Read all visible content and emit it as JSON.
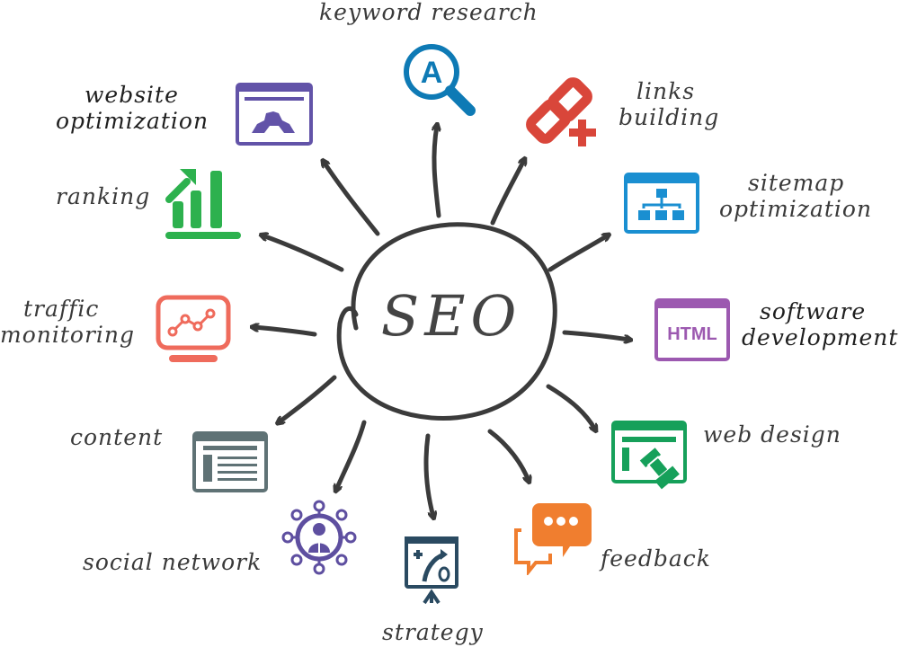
{
  "center": {
    "label": "SEO"
  },
  "nodes": [
    {
      "id": "keyword-research",
      "label": "keyword research",
      "color": "#0e7ab5",
      "icon": "magnifier-a-icon"
    },
    {
      "id": "links-building",
      "label_lines": [
        "links",
        "building"
      ],
      "color": "#d9463a",
      "icon": "chain-link-plus-icon"
    },
    {
      "id": "sitemap-optimization",
      "label_lines": [
        "sitemap",
        "optimization"
      ],
      "color": "#1a8fd1",
      "icon": "sitemap-window-icon"
    },
    {
      "id": "software-development",
      "label_lines": [
        "software",
        "development"
      ],
      "color": "#9c59b0",
      "icon": "html-window-icon",
      "icon_text": "HTML"
    },
    {
      "id": "web-design",
      "label": "web design",
      "color": "#16a05a",
      "icon": "design-window-icon"
    },
    {
      "id": "feedback",
      "label": "feedback",
      "color": "#f07e2f",
      "icon": "speech-bubbles-icon"
    },
    {
      "id": "strategy",
      "label": "strategy",
      "color": "#2a4a61",
      "icon": "strategy-board-icon"
    },
    {
      "id": "social-network",
      "label": "social network",
      "color": "#5e4fa0",
      "icon": "social-network-icon"
    },
    {
      "id": "content",
      "label": "content",
      "color": "#5f7275",
      "icon": "content-window-icon"
    },
    {
      "id": "traffic-monitoring",
      "label_lines": [
        "traffic",
        "monitoring"
      ],
      "color": "#ef6b5c",
      "icon": "monitor-chart-icon"
    },
    {
      "id": "ranking",
      "label": "ranking",
      "color": "#2db14e",
      "icon": "bar-chart-up-icon"
    },
    {
      "id": "website-optimization",
      "label_lines": [
        "website",
        "optimization"
      ],
      "color": "#6253a8",
      "icon": "window-gear-icon"
    }
  ]
}
